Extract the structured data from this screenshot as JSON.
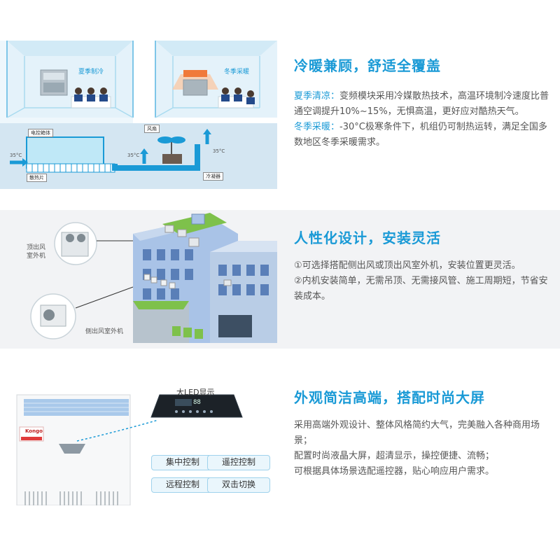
{
  "section1": {
    "title": "冷暖兼顾，舒适全覆盖",
    "summer_label": "夏季清凉：",
    "summer_text": "变频模块采用冷媒散热技术，高温环境制冷速度比普通空调提升10%~15%，无惧高温，更好应对酷热天气。",
    "winter_label": "冬季采暖：",
    "winter_text": "-30°C极寒条件下，机组仍可制热运转，满足全国多数地区冬季采暖需求。",
    "diagram": {
      "summer_cooling": "夏季制冷",
      "winter_heating": "冬季采暖",
      "control_box": "电控箱体",
      "fan": "风扇",
      "heat_sink": "散热片",
      "condenser": "冷凝器",
      "temp_left": "35°C",
      "temp_mid": "35°C",
      "temp_right": "35°C"
    },
    "colors": {
      "accent": "#1a9ad6",
      "heat": "#f07a3a"
    }
  },
  "section2": {
    "title": "人性化设计，安装灵活",
    "point1": "①可选择搭配侧出风或顶出风室外机，安装位置更灵活。",
    "point2": "②内机安装简单，无需吊顶、无需接风管、施工周期短，节省安装成本。",
    "top_unit_label": "顶出风室外机",
    "side_unit_label": "侧出风室外机"
  },
  "section3": {
    "title": "外观简洁高端，搭配时尚大屏",
    "para1": "采用高端外观设计、整体风格简约大气，完美融入各种商用场景；",
    "para2": "配置时尚液晶大屏，超清显示，操控便捷、流畅；",
    "para3": "可根据具体场景选配遥控器，贴心响应用户需求。",
    "led_label": "大LED显示",
    "screen_reading": "88",
    "brand": "Kongo",
    "badges": [
      "集中控制",
      "遥控控制",
      "远程控制",
      "双击切换"
    ]
  }
}
